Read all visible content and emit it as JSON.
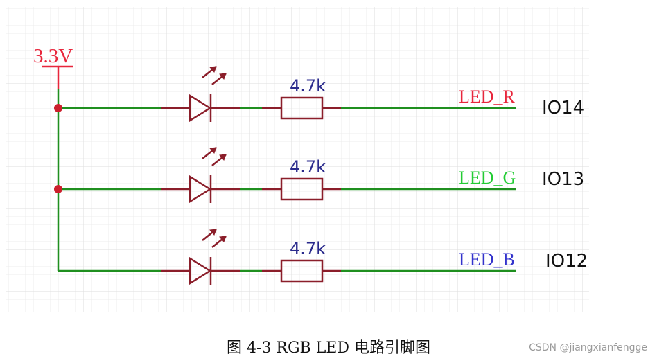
{
  "supply": {
    "label": "3.3V",
    "color": "#e8263c"
  },
  "wire_color": "#1f8f1f",
  "component_color": "#8b1e2a",
  "resistor_label_color": "#2a2a8c",
  "channels": [
    {
      "resistor": "4.7k",
      "net": "LED_R",
      "net_color": "#e8263c",
      "pin": "IO14"
    },
    {
      "resistor": "4.7k",
      "net": "LED_G",
      "net_color": "#22cc33",
      "pin": "IO13"
    },
    {
      "resistor": "4.7k",
      "net": "LED_B",
      "net_color": "#3333cc",
      "pin": "IO12"
    }
  ],
  "caption": "图  4-3 RGB LED 电路引脚图",
  "watermark": "CSDN @jiangxianfengge"
}
